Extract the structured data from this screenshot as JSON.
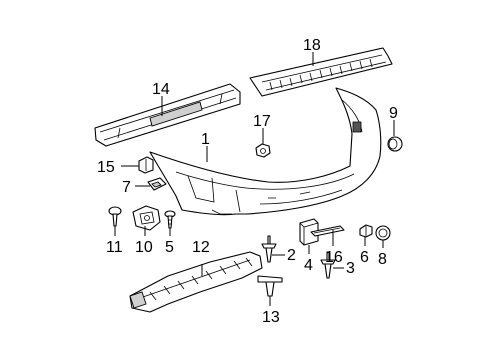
{
  "callouts": {
    "c1": "1",
    "c2": "2",
    "c3": "3",
    "c4": "4",
    "c5": "5",
    "c6": "6",
    "c7": "7",
    "c8": "8",
    "c9": "9",
    "c10": "10",
    "c11": "11",
    "c12": "12",
    "c13": "13",
    "c14": "14",
    "c15": "15",
    "c16": "16",
    "c17": "17",
    "c18": "18"
  },
  "colors": {
    "line": "#000000",
    "background": "#ffffff",
    "shade": "#cfcfcf"
  }
}
